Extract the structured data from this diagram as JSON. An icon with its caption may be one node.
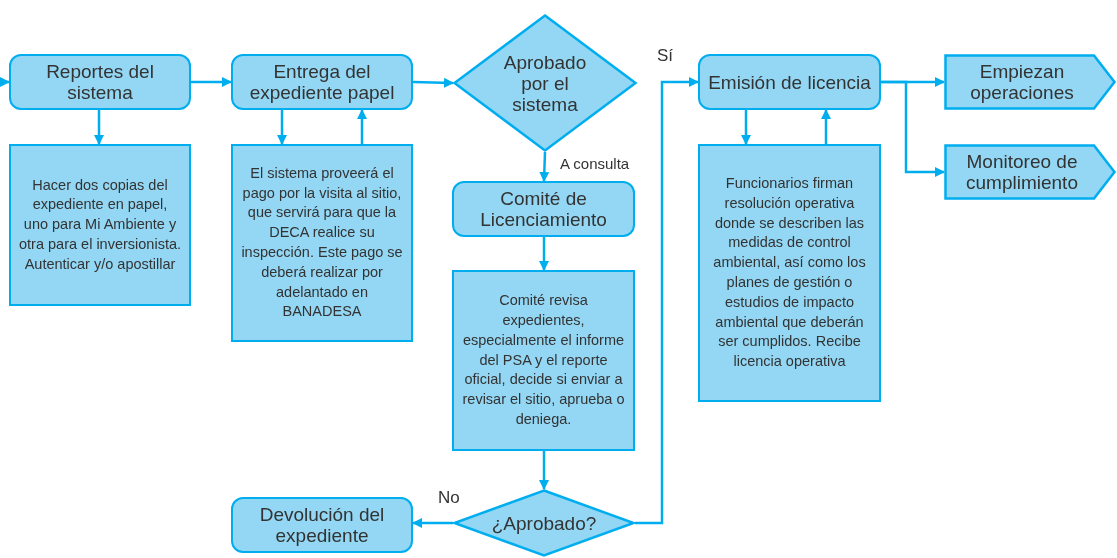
{
  "diagram": {
    "nodes": [
      {
        "text": [
          "Reportes del sistema"
        ]
      },
      {
        "text": [
          "Hacer dos copias del expediente en papel, uno para Mi Ambiente y otra para el inversionista. Autenticar y/o apostillar"
        ]
      },
      {
        "text": [
          "Entrega del expediente papel"
        ]
      },
      {
        "text": [
          "El sistema proveerá el pago por la visita al sitio, que servirá para que la DECA realice su inspección. Este pago se deberá realizar por adelantado en BANADESA"
        ]
      },
      {
        "text": [
          "Aprobado por el sistema"
        ]
      },
      {
        "text": [
          "Comité de Licenciamiento"
        ]
      },
      {
        "text": [
          "Comité revisa expedientes, especialmente el informe del PSA y el reporte oficial, decide si enviar a revisar el sitio, aprueba o deniega."
        ]
      },
      {
        "text": [
          "¿Aprobado?"
        ]
      },
      {
        "text": [
          "Devolución del expediente"
        ]
      },
      {
        "text": [
          "Emisión de licencia"
        ]
      },
      {
        "text": [
          "Funcionarios firman resolución operativa donde se describen las medidas de control ambiental, así como los planes de gestión o estudios de impacto ambiental que deberán ser cumplidos. Recibe licencia operativa"
        ]
      },
      {
        "text": [
          "Empiezan operaciones"
        ]
      },
      {
        "text": [
          "Monitoreo de cumplimiento"
        ]
      }
    ],
    "edges": [
      {
        "from": null,
        "to": 0,
        "arrow": "to"
      },
      {
        "from": 0,
        "to": 1,
        "arrow": "to"
      },
      {
        "from": 0,
        "to": 2,
        "arrow": "to"
      },
      {
        "from": 2,
        "to": 3,
        "arrow": "to"
      },
      {
        "from": 3,
        "to": 2,
        "arrow": "to"
      },
      {
        "from": 2,
        "to": 4,
        "arrow": "to"
      },
      {
        "from": 4,
        "to": 5,
        "arrow": "to",
        "label": "A consulta"
      },
      {
        "from": 5,
        "to": 6,
        "arrow": "to"
      },
      {
        "from": 6,
        "to": 7,
        "arrow": "to"
      },
      {
        "from": 7,
        "to": 8,
        "arrow": "to",
        "label": "No"
      },
      {
        "from": 7,
        "to": 9,
        "arrow": "to",
        "label": "Sí"
      },
      {
        "from": 9,
        "to": 10,
        "arrow": "to"
      },
      {
        "from": 10,
        "to": 9,
        "arrow": "to"
      },
      {
        "from": 9,
        "to": 11,
        "arrow": "to"
      },
      {
        "from": 9,
        "to": 12,
        "arrow": "to"
      }
    ]
  }
}
